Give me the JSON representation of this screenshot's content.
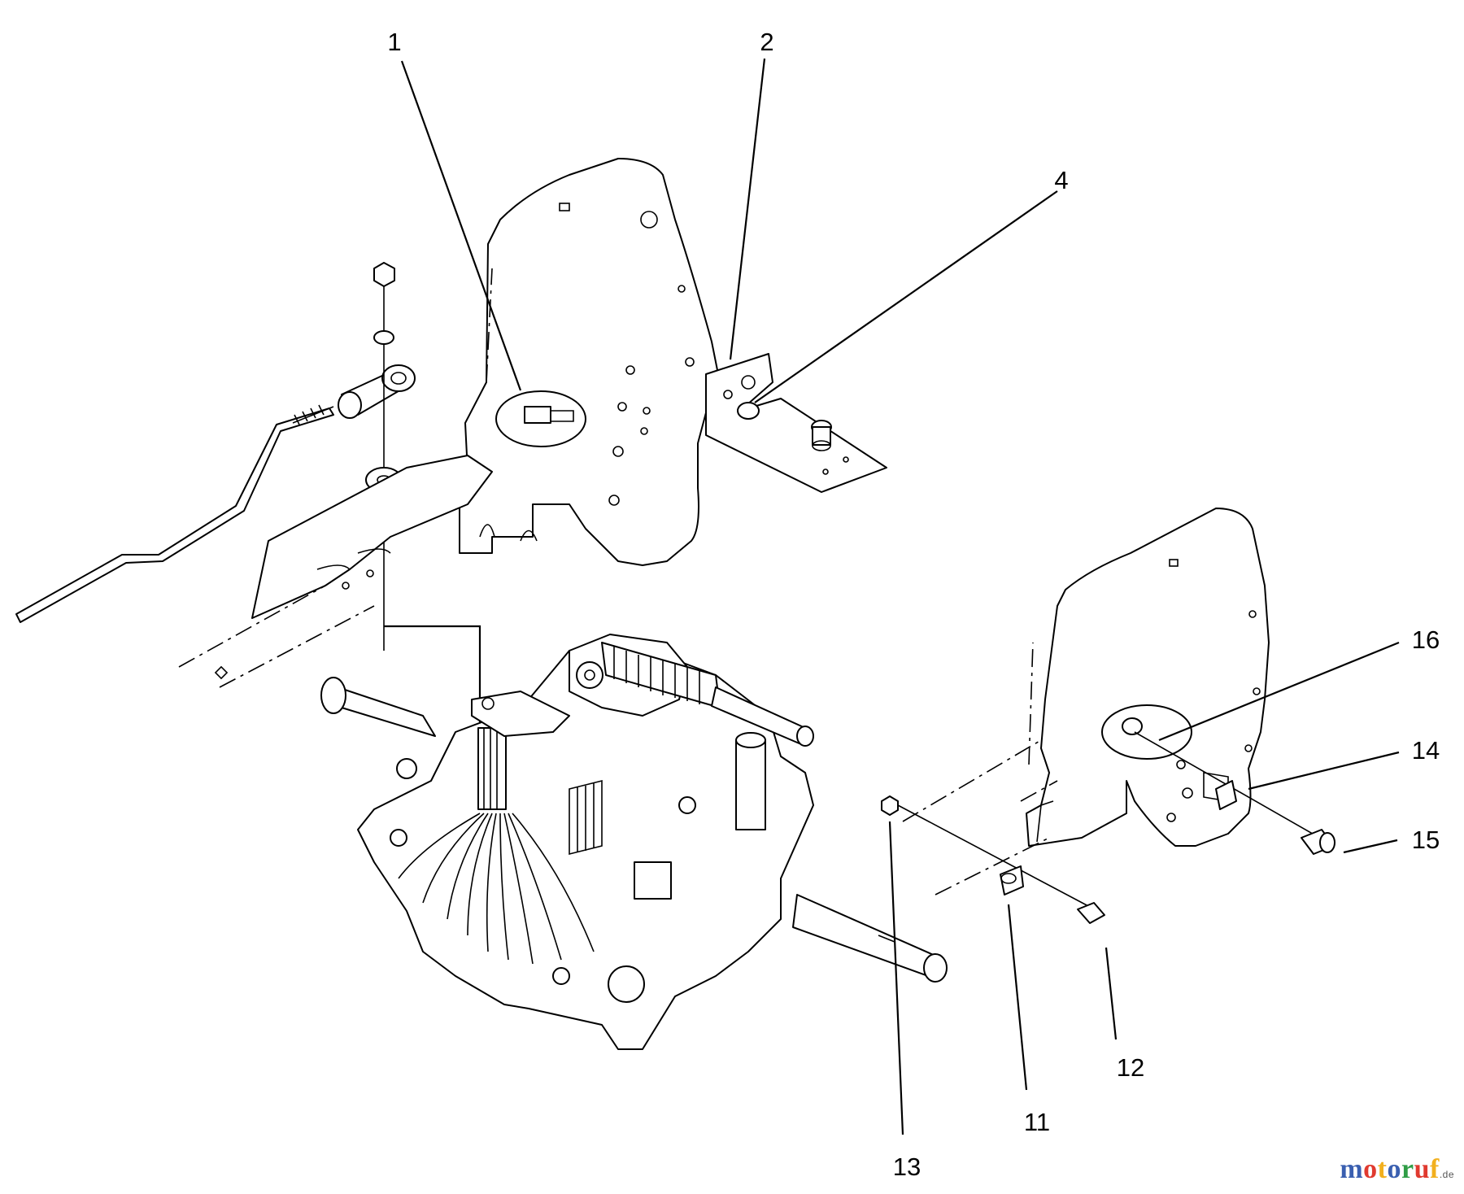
{
  "diagram": {
    "callouts": [
      {
        "id": "c1",
        "label": "1"
      },
      {
        "id": "c2",
        "label": "2"
      },
      {
        "id": "c4",
        "label": "4"
      },
      {
        "id": "c16",
        "label": "16"
      },
      {
        "id": "c14",
        "label": "14"
      },
      {
        "id": "c15",
        "label": "15"
      },
      {
        "id": "c12",
        "label": "12"
      },
      {
        "id": "c11",
        "label": "11"
      },
      {
        "id": "c13",
        "label": "13"
      }
    ]
  },
  "watermark": {
    "letters": [
      "m",
      "o",
      "t",
      "o",
      "r",
      "u",
      "f"
    ],
    "letter_colors": [
      "#3a5fb0",
      "#e03a2f",
      "#f2b01e",
      "#3a5fb0",
      "#2f9d46",
      "#e03a2f",
      "#f2b01e"
    ],
    "suffix": ".de"
  }
}
